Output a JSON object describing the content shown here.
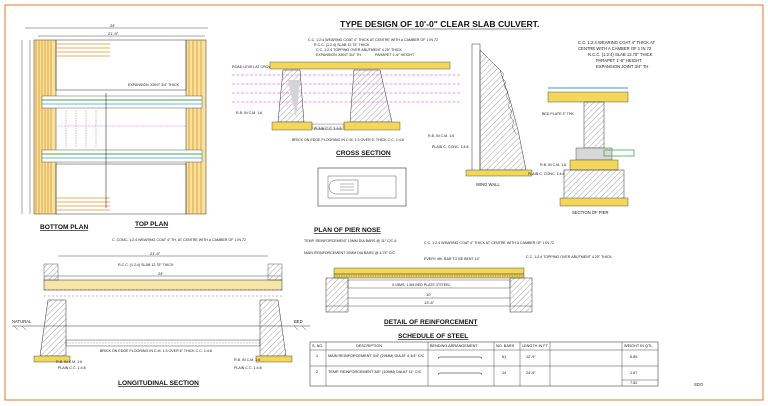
{
  "title": "TYPE DESIGN OF 10'-0\" CLEAR SLAB CULVERT.",
  "views": {
    "bottom_plan": "BOTTOM PLAN",
    "top_plan": "TOP PLAN",
    "cross_section": "CROSS SECTION",
    "plan_pier_nose": "PLAN OF PIER NOSE",
    "wing_wall": "WING WALL",
    "section_pier": "SECTION OF PIER",
    "longitudinal": "LONGITUDINAL SECTION",
    "reinforcement": "DETAIL OF REINFORCEMENT",
    "schedule": "SCHEDULE OF STEEL"
  },
  "dims": {
    "plan_total": "24'",
    "plan_inner": "21'-9\"",
    "long_top": "21'-9\"",
    "long_mid": "24'",
    "reinf_span": "10'",
    "reinf_total": "13'-6\""
  },
  "notes": {
    "cs_1": "C.C. 1:2:4 WEARING COAT 4\" THICK AT CENTRE WITH A CAMBER OF 1 IN 72",
    "cs_2": "R.C.C. (1:2:4) SLAB 12.75\" THICK",
    "cs_3": "C.C. 1:2:4 TOPPING OVER ABUTMENT 4.25\" THICK",
    "cs_4": "EXPANSION JOINT 3/4\" TH.",
    "cs_5": "PARAPET 1'-6\" HEIGHT",
    "road_level": "ROAD LEVEL AT CROWN",
    "bm_1": "R.B. IN C.M. 1:6",
    "bm_2": "PLAIN C.C. 1:4:8",
    "floor": "BRICK ON EDGE FLOORING IN C.M. 1:3 OVER 6\" THICK C.C. 1:4:8",
    "exp_joint": "EXPANSION JOINT 3/4\" THICK",
    "sp_1": "C.C. 1:2:4 WEARING COAT 4\" THICK AT",
    "sp_2": "CENTRE WITH A CAMBER OF 1 IN 72",
    "sp_3": "R.C.C. (1:2:4) SLAB 12.75\" THICK",
    "sp_4": "PARAPET 1'-6\" HEIGHT",
    "sp_5": "EXPANSION JOINT 3/4\" TH",
    "bed_plate": "BED PLATE 3\" THK",
    "rb": "R.B. IN C.M. 1:6",
    "pcc": "PLAIN C. CONC. 1:4:8",
    "long_1": "C. CONC. 1:2:4 WEARING COAT 4\" TH. AT CENTRE WITH A CAMBER OF 1 IN 72",
    "long_2": "R.C.C. (1:2:4) SLAB 12.75\" THICK",
    "natural": "NATURAL",
    "bed": "BED",
    "r_1": "TEMP. REINFORCEMENT 10MM DIA BARS @ 11\" C/C &",
    "r_2": "MAIN REINFORCEMENT 20MM DIA BARS @ 4.75\" C/C",
    "r_3": "C.C. 1:2:4 WEARING COAT 4\" THICK AT CENTRE WITH A CAMBER OF 1 IN 72",
    "r_4": "EVERY 4th. BAR TO BE BENT 14\"",
    "r_5": "C.C. 1:2:4 TOPPING OVER ABUTMENT 4.25\" THICK",
    "r_6": "0.15MS, 1.5M BED PLATE 3\"STEEL",
    "sign": "SDO"
  },
  "table": {
    "headers": [
      "S. NO.",
      "DESCRIPTION",
      "BENDING ARRANGEMENT",
      "NO. BARS",
      "LENGTH IN FT.",
      "WEIGHT IN QTL."
    ],
    "rows": [
      [
        "1",
        "MAIN REINFORCEMENT 3/4\" (20MM) DIA AT 4 3/4\" C/C",
        "",
        "61",
        "12'-9\"",
        "5.85"
      ],
      [
        "2",
        "TEMP. REINFORCEMENT 3/8\" (10MM) DIA AT 11\" C/C",
        "",
        "14",
        "24'-9\"",
        "1.67"
      ]
    ],
    "total": "7.52"
  },
  "colors": {
    "border": "#e8772a",
    "slab_yellow": "#f3d75a",
    "magenta": "#e23be0",
    "green": "#3fae3f",
    "orange": "#e99020",
    "hatch": "#9a9a9a",
    "cyan": "#2e9fd6"
  }
}
